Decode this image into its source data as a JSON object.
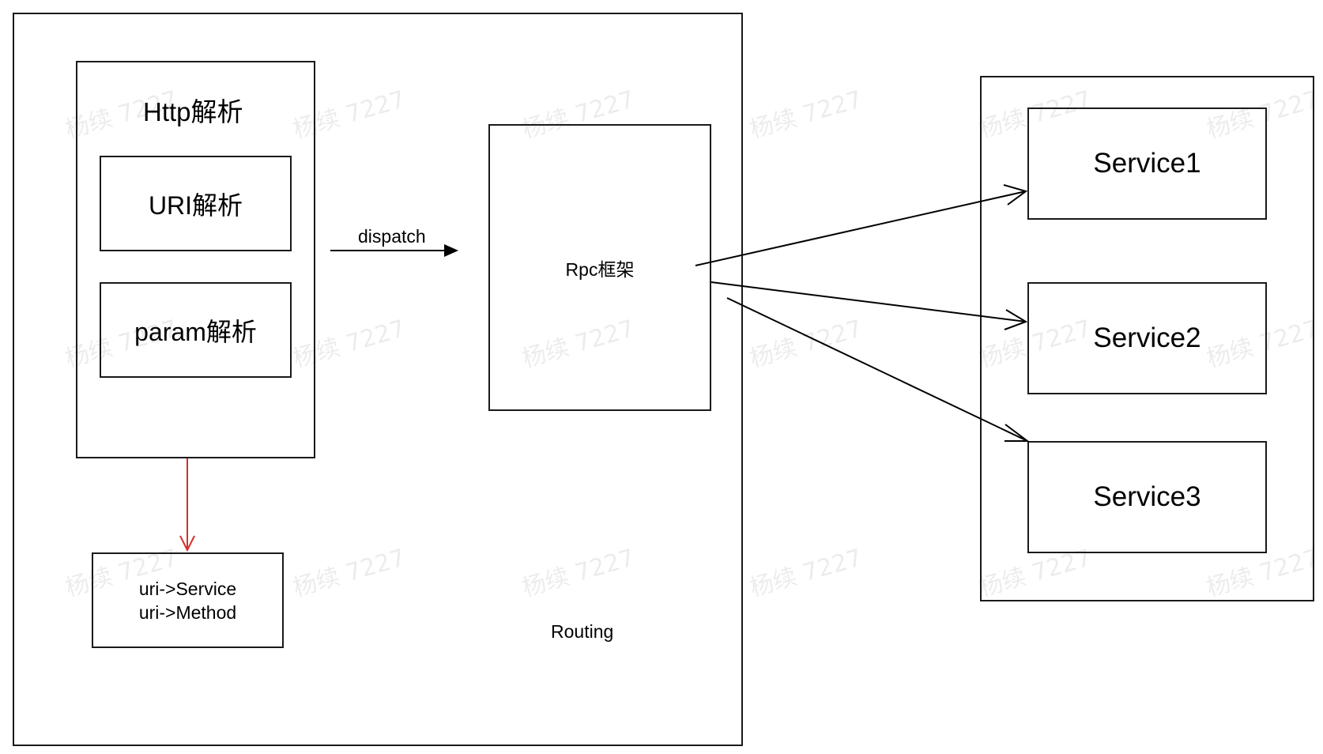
{
  "routing": {
    "label": "Routing"
  },
  "http_parse": {
    "title": "Http解析",
    "uri_parse": "URI解析",
    "param_parse": "param解析"
  },
  "mapping": {
    "line1": "uri->Service",
    "line2": "uri->Method"
  },
  "dispatch": {
    "label": "dispatch"
  },
  "rpc": {
    "label": "Rpc框架"
  },
  "services": {
    "items": [
      {
        "label": "Service1"
      },
      {
        "label": "Service2"
      },
      {
        "label": "Service3"
      }
    ]
  },
  "watermark": {
    "text": "杨续 7227"
  },
  "colors": {
    "stroke": "#1a1a1a",
    "arrow_red": "#d0312d"
  }
}
